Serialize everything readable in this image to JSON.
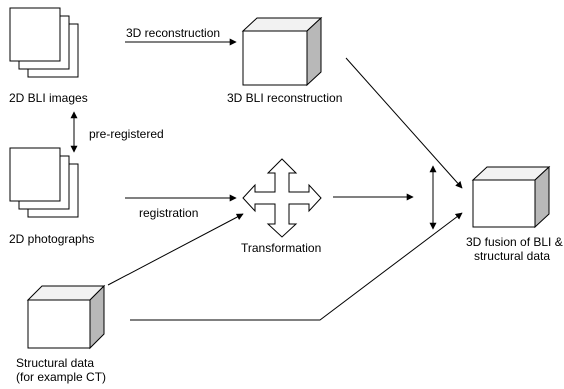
{
  "nodes": {
    "bli_images": {
      "label": "2D BLI images"
    },
    "bli_reconstruction": {
      "label": "3D BLI reconstruction"
    },
    "photographs": {
      "label": "2D photographs"
    },
    "transformation": {
      "label": "Transformation"
    },
    "structural": {
      "line1": "Structural data",
      "line2": "(for example CT)"
    },
    "fusion": {
      "line1": "3D fusion of BLI &",
      "line2": "structural data"
    }
  },
  "edges": {
    "reconstruction": {
      "label": "3D reconstruction"
    },
    "pre_registered": {
      "label": "pre-registered"
    },
    "registration": {
      "label": "registration"
    }
  },
  "colors": {
    "stroke": "#000000",
    "cube_front": "#ffffff",
    "cube_top": "#f2f2f2",
    "cube_side": "#b8b8b8"
  }
}
